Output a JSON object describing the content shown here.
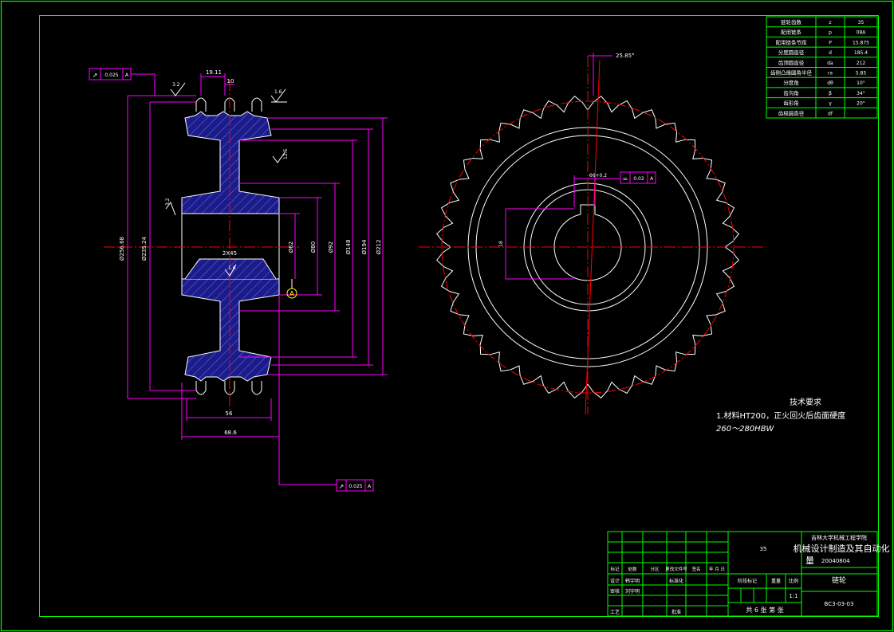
{
  "colors": {
    "background": "#000000",
    "border": "#00ff00",
    "outline": "#ffffff",
    "dimension": "#ff00ff",
    "centerline": "#ff0000",
    "hatch": "#3a3ad8",
    "table": "#00ff00"
  },
  "views": {
    "section": {
      "dims_top": [
        "19.11",
        "10"
      ],
      "callouts": [
        "3.2",
        "1.6",
        "12.5",
        "3.2"
      ],
      "left_diameters": [
        "Ø256.68",
        "Ø235.24"
      ],
      "right_diameters": [
        "Ø80",
        "Ø92",
        "Ø148",
        "Ø194",
        "Ø212"
      ],
      "bore_label": "Ø62",
      "chamfer": "2X45",
      "roughness_mid": "1.6",
      "datum_circle": "A",
      "dim_bottom_1": "56",
      "dim_bottom_2": "68.6",
      "geo_tol_top": {
        "symbol": "↗",
        "value": "0.025",
        "datum": "A"
      },
      "geo_tol_bottom": {
        "symbol": "↗",
        "value": "0.025",
        "datum": "A"
      }
    },
    "front": {
      "angle_dim": "25.85°",
      "keyway_dim": "66+0.2",
      "keyway_tol": {
        "symbol": "=",
        "value": "0.02",
        "datum": "A"
      },
      "keyway_width": "18",
      "teeth_count": 36
    }
  },
  "param_table": {
    "rows": [
      [
        "链轮齿数",
        "z",
        "35"
      ],
      [
        "配用链条",
        "p",
        "08A"
      ],
      [
        "配用链条节距",
        "P",
        "15.875"
      ],
      [
        "分度圆直径",
        "d",
        "185.4"
      ],
      [
        "齿顶圆直径",
        "da",
        "212"
      ],
      [
        "齿侧凸缘圆角半径",
        "ra",
        "5.85"
      ],
      [
        "分度角",
        "dθ",
        "10°"
      ],
      [
        "齿沟角",
        "β",
        "34°"
      ],
      [
        "齿形角",
        "γ",
        "20°"
      ],
      [
        "齿根圆直径",
        "df",
        ""
      ]
    ]
  },
  "notes": {
    "title": "技术要求",
    "line1": "1.材料HT200，正火回火后齿面硬度",
    "line2": "260～280HBW"
  },
  "title_block": {
    "school": "吉林大学机械工程学院",
    "course": "机械设计制造及其自动化",
    "course_tail": "量",
    "id": "20040804",
    "material": "35",
    "part_name": "链轮",
    "drawing_no": "BC3-03-03",
    "scale": "1:1",
    "sheets": "共 6 张 第 张",
    "header_row": [
      "标记",
      "处数",
      "分区",
      "更改文件号",
      "签名",
      "年 月 日"
    ],
    "rows": [
      [
        "设计",
        "韩宇明",
        "标准化"
      ],
      [
        "审核",
        "刘宇明",
        ""
      ],
      [
        "工艺",
        "",
        "批准"
      ]
    ],
    "stage_labels": [
      "阶段标记",
      "重量",
      "比例"
    ]
  }
}
